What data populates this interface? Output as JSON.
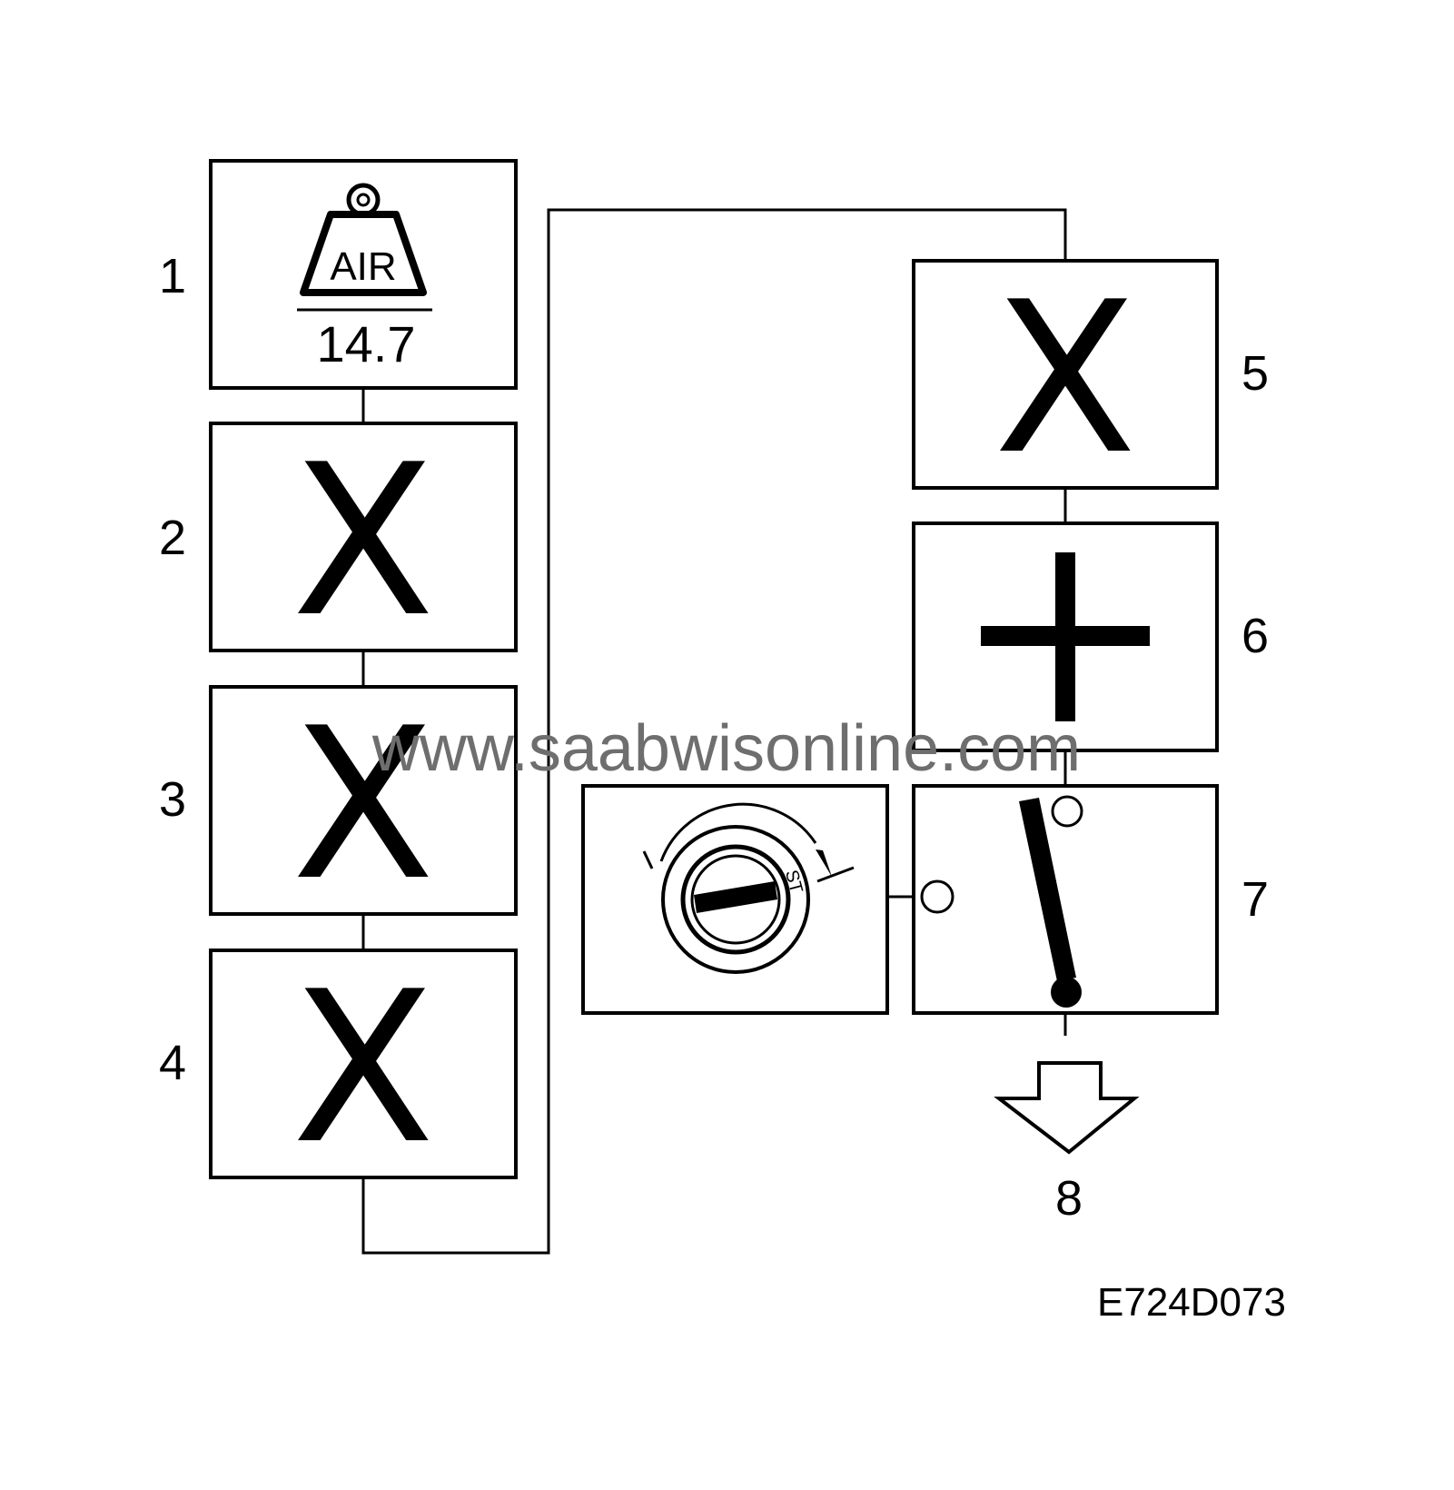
{
  "step_numbers": {
    "s1": "1",
    "s2": "2",
    "s3": "3",
    "s4": "4",
    "s5": "5",
    "s6": "6",
    "s7": "7",
    "s8": "8"
  },
  "box1": {
    "weight_text": "AIR",
    "ratio_value": "14.7"
  },
  "x_symbol": "X",
  "ignition_marks": "ST",
  "figure_code": "E724D073",
  "watermark": "www.saabwisonline.com"
}
